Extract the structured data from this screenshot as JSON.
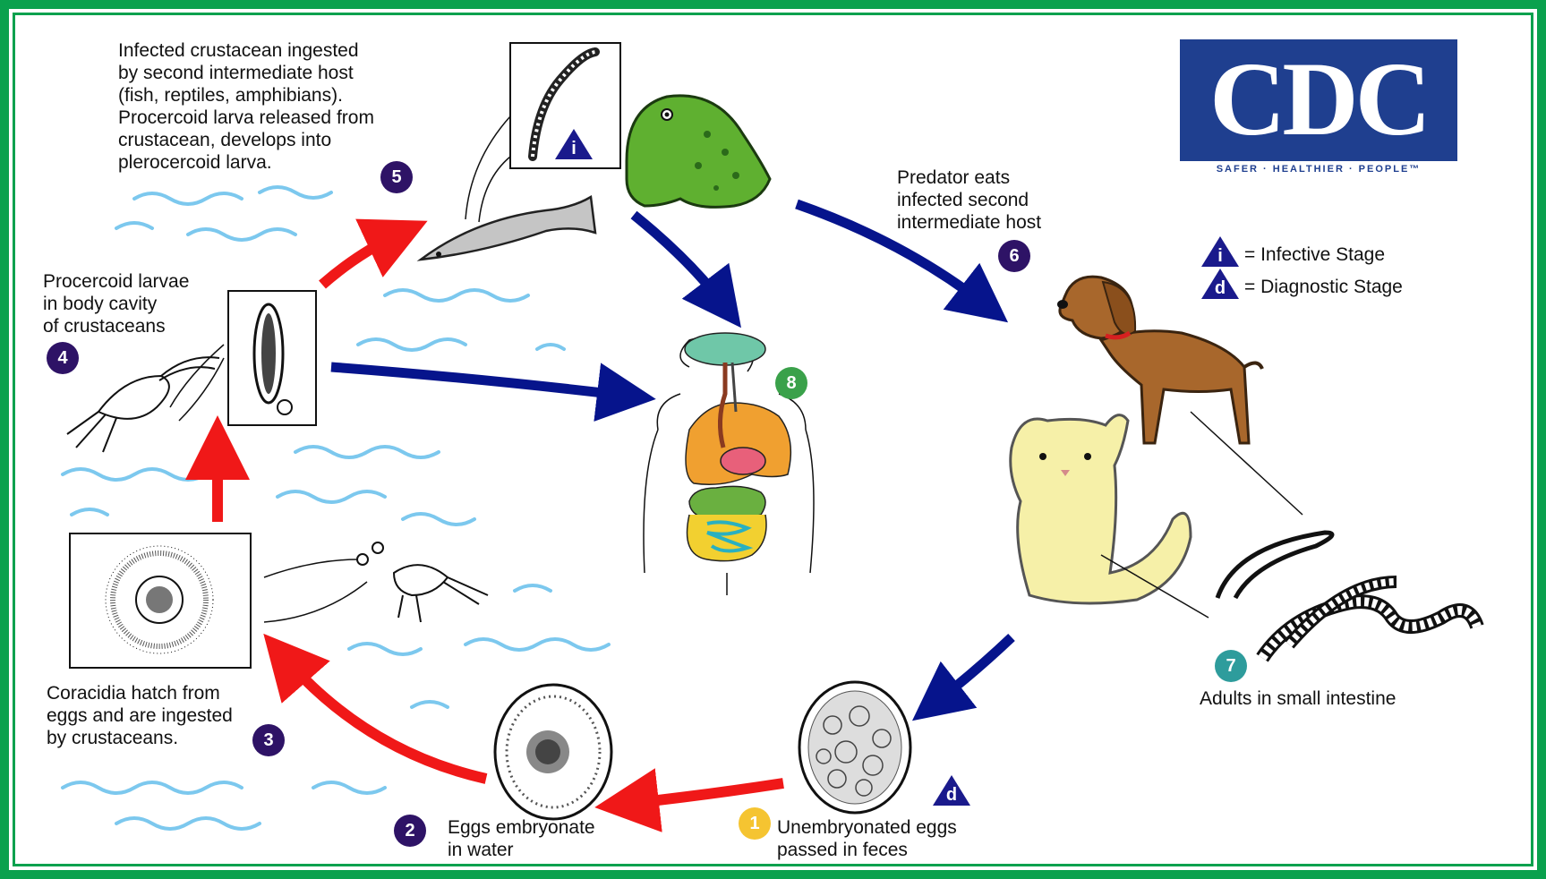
{
  "labels": {
    "step5": "Infected crustacean ingested\nby second intermediate host\n(fish, reptiles, amphibians).\nProcercoid larva released from\ncrustacean, develops into\nplerocercoid larva.",
    "step4": "Procercoid larvae\nin body cavity\nof crustaceans",
    "step3": "Coracidia hatch from\neggs and are ingested\nby crustaceans.",
    "step2": "Eggs embryonate\nin water",
    "step1": "Unembryonated eggs\npassed in feces",
    "step6": "Predator eats\ninfected second\nintermediate host",
    "step7": "Adults in small intestine"
  },
  "badges": {
    "n1": "1",
    "n2": "2",
    "n3": "3",
    "n4": "4",
    "n5": "5",
    "n6": "6",
    "n7": "7",
    "n8": "8"
  },
  "legend": {
    "infective_letter": "i",
    "infective_text": "= Infective Stage",
    "diagnostic_letter": "d",
    "diagnostic_text": "= Diagnostic Stage"
  },
  "logo": {
    "letters": "CDC",
    "tagline": "SAFER · HEALTHIER · PEOPLE™"
  },
  "colors": {
    "frame": "#0aa14e",
    "arrow_red": "#f01818",
    "arrow_blue": "#06148c",
    "badge_purple": "#2e1366",
    "badge_yellow": "#f5c431",
    "badge_teal": "#2e9c9c",
    "badge_green": "#3aa14a",
    "water": "#7cc8ee",
    "cdc_blue": "#1f3f8f"
  }
}
